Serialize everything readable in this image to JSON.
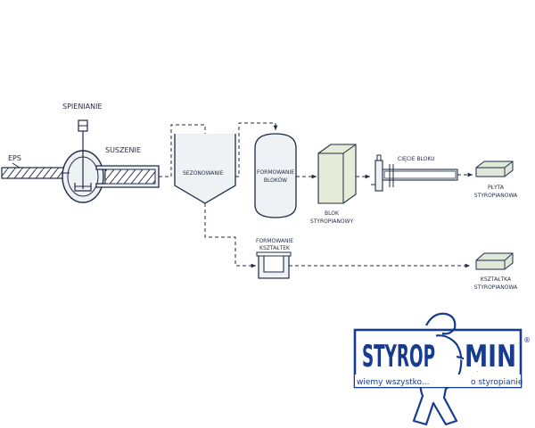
{
  "diagram": {
    "labels": {
      "spienianie": "SPIENIANIE",
      "eps": "EPS",
      "suszenie": "SUSZENIE",
      "sezonowanie": "SEZONOWANIE",
      "formowanie_blokow_1": "FORMOWANIE",
      "formowanie_blokow_2": "BLOKÓW",
      "blok_1": "BLOK",
      "blok_2": "STYROPIANOWY",
      "ciecie": "CIĘCIE BLOKU",
      "plyta_1": "PŁYTA",
      "plyta_2": "STYROPIANOWA",
      "formowanie_ksztaltek_1": "FORMOWANIE",
      "formowanie_ksztaltek_2": "KSZTAŁTEK",
      "ksztaltka_1": "KSZTAŁTKA",
      "ksztaltka_2": "STYROPIANOWA"
    },
    "colors": {
      "line": "#1f2a44",
      "fill": "#eef2f4",
      "product_fill": "#dfe7d8",
      "block_fill": "#e6ecd8"
    }
  },
  "logo": {
    "word_left": "STYROP",
    "word_right": "MIN",
    "registered": "®",
    "tagline_left": "wiemy wszystko...",
    "tagline_right": "o styropianie",
    "color": "#173b8f"
  }
}
